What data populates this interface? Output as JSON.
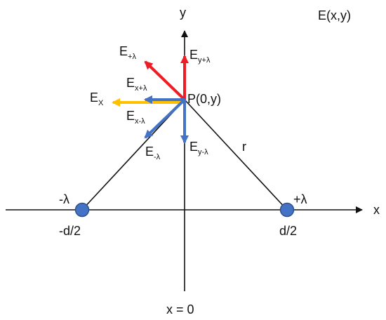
{
  "diagram": {
    "title": "E(x,y)",
    "axes": {
      "x_label": "x",
      "y_label": "y",
      "x_zero_label": "x = 0"
    },
    "charges": {
      "left": {
        "symbol": "-λ",
        "position_label": "-d/2"
      },
      "right": {
        "symbol": "+λ",
        "position_label": "d/2"
      }
    },
    "point": {
      "label": "P(0,y)"
    },
    "distance_label": "r",
    "vectors": {
      "e_plus": {
        "base": "E",
        "sub": "+λ"
      },
      "e_minus": {
        "base": "E",
        "sub": "-λ"
      },
      "ey_plus": {
        "base": "E",
        "sub": "y+λ"
      },
      "ey_minus": {
        "base": "E",
        "sub": "y-λ"
      },
      "ex_plus": {
        "base": "E",
        "sub": "x+λ"
      },
      "ex_minus": {
        "base": "E",
        "sub": "x-λ"
      },
      "ex_total": {
        "base": "E",
        "sub": "X"
      }
    },
    "colors": {
      "positive_field": "#ee1c25",
      "negative_field": "#4472c4",
      "net_field": "#ffc000",
      "charge_fill": "#4472c4",
      "charge_stroke": "#2f528f",
      "axis": "#111111"
    }
  }
}
